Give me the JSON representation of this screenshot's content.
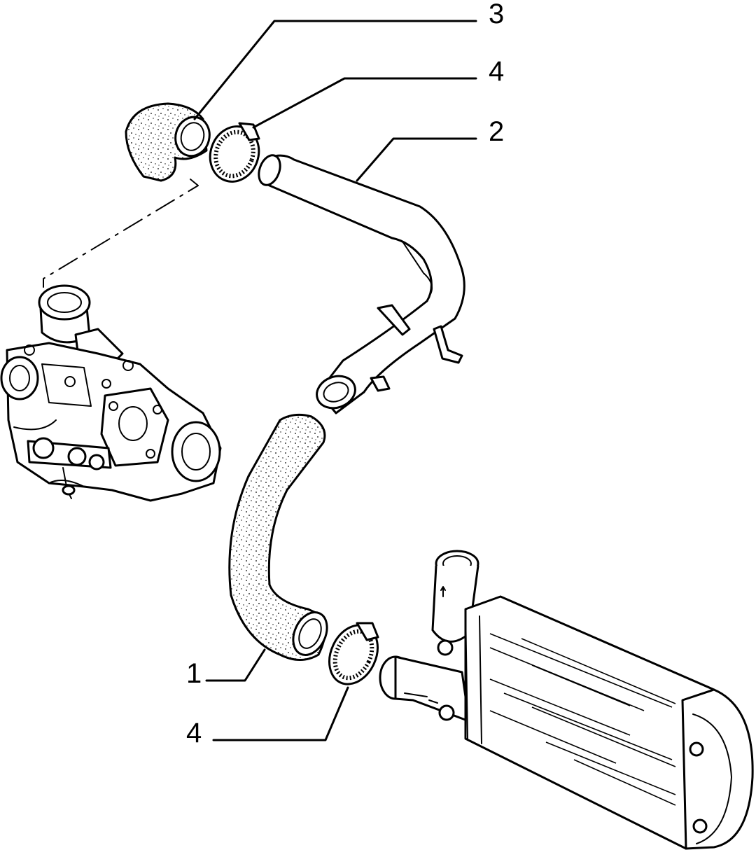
{
  "callouts": [
    {
      "id": "hose-lower",
      "label": "1"
    },
    {
      "id": "pipe-rigid",
      "label": "2"
    },
    {
      "id": "hose-upper",
      "label": "3"
    },
    {
      "id": "clamp-upper",
      "label": "4"
    },
    {
      "id": "clamp-lower",
      "label": "4"
    }
  ],
  "colors": {
    "line": "#000000",
    "background": "#ffffff"
  }
}
